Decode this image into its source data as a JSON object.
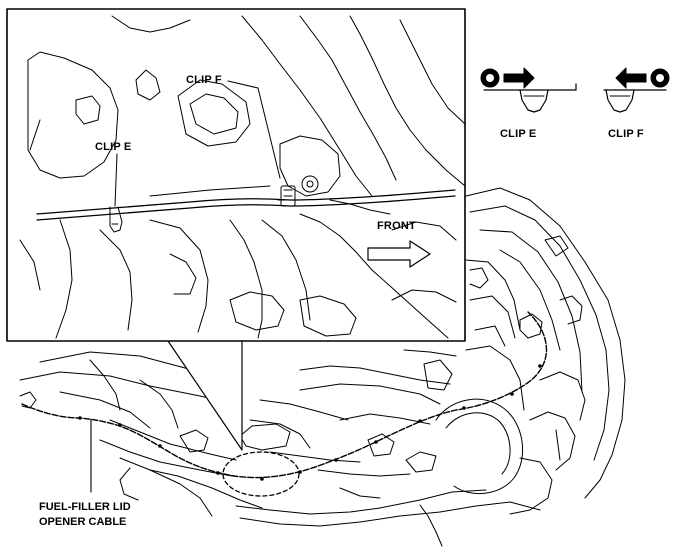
{
  "labels": {
    "clip_f_inset": "CLIP F",
    "clip_e_inset": "CLIP E",
    "front": "FRONT",
    "clip_e_legend": "CLIP E",
    "clip_f_legend": "CLIP F",
    "cable_line1": "FUEL-FILLER LID",
    "cable_line2": "OPENER CABLE"
  }
}
